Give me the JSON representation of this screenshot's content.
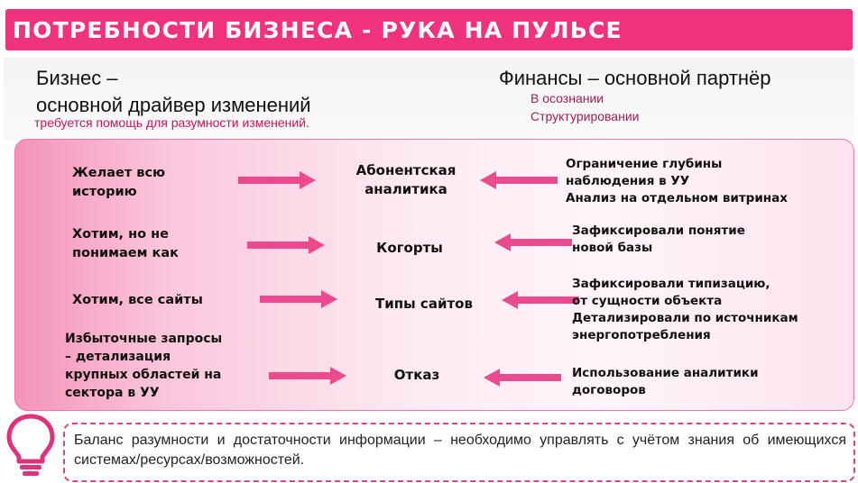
{
  "title": "ПОТРЕБНОСТИ БИЗНЕСА - РУКА НА ПУЛЬСЕ",
  "header_left": {
    "line1": "Бизнес –",
    "line2": "основной драйвер изменений",
    "subtitle": "требуется помощь для разумности изменений."
  },
  "header_right": {
    "title": "Финансы – основной партнёр",
    "items": [
      "В осознании",
      "Структурировании"
    ]
  },
  "rows": [
    {
      "left": [
        "Желает всю",
        "историю"
      ],
      "center": [
        "Абонентская",
        "аналитика"
      ],
      "right": [
        "Ограничение глубины",
        "наблюдения в УУ",
        "Анализ на отдельном витринах"
      ]
    },
    {
      "left": [
        "Хотим, но не",
        "понимаем как"
      ],
      "center": [
        "Когорты"
      ],
      "right": [
        "Зафиксировали понятие",
        "новой базы"
      ]
    },
    {
      "left": [
        "Хотим, все сайты"
      ],
      "center": [
        "Типы сайтов"
      ],
      "right": [
        "Зафиксировали типизацию,",
        "от сущности объекта",
        "Детализировали по источникам",
        "энергопотребления"
      ]
    },
    {
      "left": [
        "Избыточные запросы",
        "– детализация",
        "крупных областей на",
        "сектора в УУ"
      ],
      "center": [
        "Отказ"
      ],
      "right": [
        "Использование аналитики",
        "договоров"
      ]
    }
  ],
  "footer": {
    "text": "Баланс разумности и достаточности информации – необходимо управлять с учётом знания об имеющихся системах/ресурсах/возможностей."
  },
  "colors": {
    "accent": "#f0327e",
    "arrow": "#ec4a8f",
    "subtitle": "#c2185b"
  },
  "icons": [
    "lightbulb-icon",
    "arrow-right-icon",
    "arrow-left-icon"
  ]
}
